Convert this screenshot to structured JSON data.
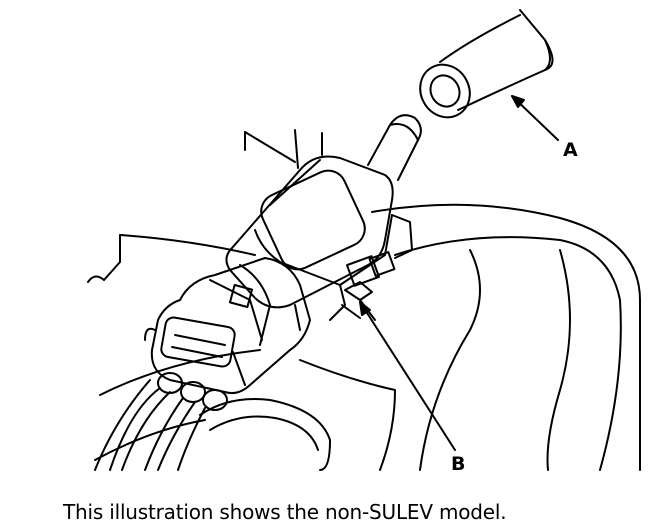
{
  "figure": {
    "callouts": [
      {
        "id": "A",
        "label": "A"
      },
      {
        "id": "B",
        "label": "B"
      }
    ],
    "caption": "This illustration shows the non-SULEV model."
  }
}
